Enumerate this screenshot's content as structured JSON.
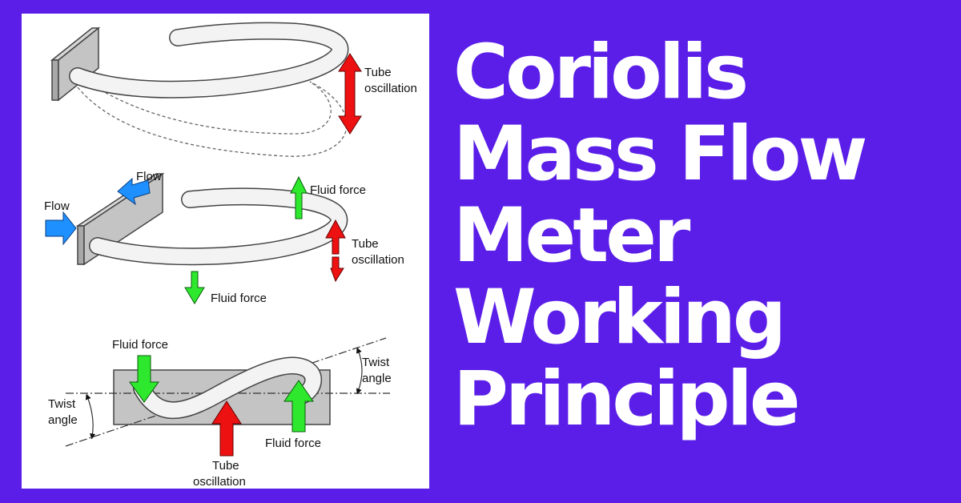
{
  "colors": {
    "background": "#5a1ee8",
    "panel": "#ffffff",
    "flow_arrow": "#1e90ff",
    "fluid_force_arrow": "#2ee82e",
    "oscillation_arrow": "#ee1111",
    "title_text": "#ffffff"
  },
  "title": {
    "lines": [
      "Coriolis",
      "Mass Flow",
      "Meter",
      "Working",
      "Principle"
    ]
  },
  "diagram": {
    "panel1": {
      "tube_oscillation_line1": "Tube",
      "tube_oscillation_line2": "oscillation"
    },
    "panel2": {
      "flow_top": "Flow",
      "flow_left": "Flow",
      "fluid_force_top": "Fluid force",
      "fluid_force_bottom": "Fluid force",
      "tube_oscillation_line1": "Tube",
      "tube_oscillation_line2": "oscillation"
    },
    "panel3": {
      "fluid_force_left": "Fluid force",
      "fluid_force_right": "Fluid force",
      "twist_angle_right_line1": "Twist",
      "twist_angle_right_line2": "angle",
      "twist_angle_left_line1": "Twist",
      "twist_angle_left_line2": "angle",
      "tube_oscillation_line1": "Tube",
      "tube_oscillation_line2": "oscillation"
    }
  }
}
